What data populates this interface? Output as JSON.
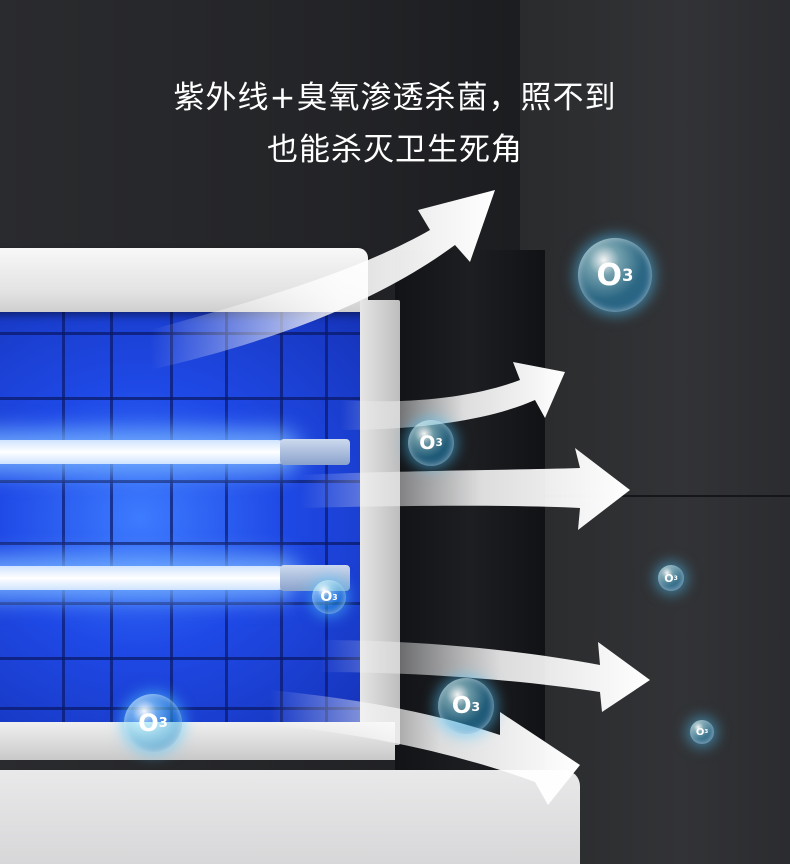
{
  "headline": {
    "line1": "紫外线+臭氧渗透杀菌，照不到",
    "line2": "也能杀灭卫生死角"
  },
  "ozone_labels": [
    "O",
    "O",
    "O",
    "O",
    "O",
    "O",
    "O"
  ],
  "ozone_subscript": "3",
  "colors": {
    "uv_blue": "#1f49e6",
    "ozone_cyan": "#28aae6",
    "arrow_white": "#ffffff",
    "background": "#1b1c1f"
  }
}
